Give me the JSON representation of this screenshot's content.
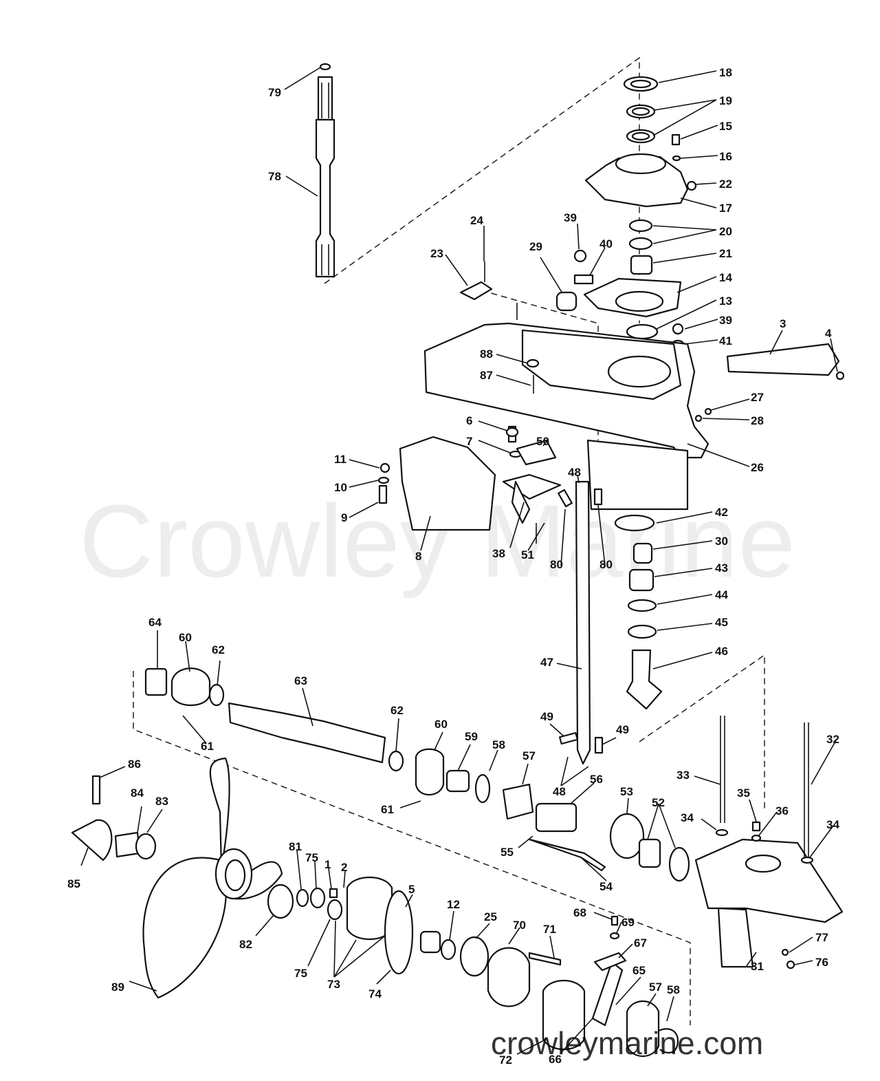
{
  "watermark": {
    "text": "Crowley Marine",
    "url": "crowleymarine.com"
  },
  "callouts": [
    "79",
    "78",
    "18",
    "19",
    "15",
    "16",
    "22",
    "17",
    "24",
    "23",
    "39",
    "40",
    "29",
    "20",
    "21",
    "14",
    "13",
    "39",
    "41",
    "3",
    "4",
    "88",
    "87",
    "27",
    "28",
    "6",
    "50",
    "7",
    "11",
    "10",
    "9",
    "8",
    "38",
    "51",
    "80",
    "48",
    "80",
    "26",
    "42",
    "30",
    "43",
    "44",
    "45",
    "46",
    "47",
    "64",
    "60",
    "62",
    "63",
    "61",
    "62",
    "60",
    "59",
    "58",
    "57",
    "49",
    "49",
    "48",
    "56",
    "61",
    "86",
    "84",
    "83",
    "85",
    "33",
    "32",
    "35",
    "34",
    "36",
    "34",
    "53",
    "52",
    "55",
    "54",
    "81",
    "75",
    "1",
    "2",
    "5",
    "12",
    "25",
    "70",
    "71",
    "68",
    "69",
    "67",
    "82",
    "75",
    "73",
    "74",
    "89",
    "31",
    "77",
    "76",
    "65",
    "57",
    "58",
    "72",
    "66"
  ]
}
